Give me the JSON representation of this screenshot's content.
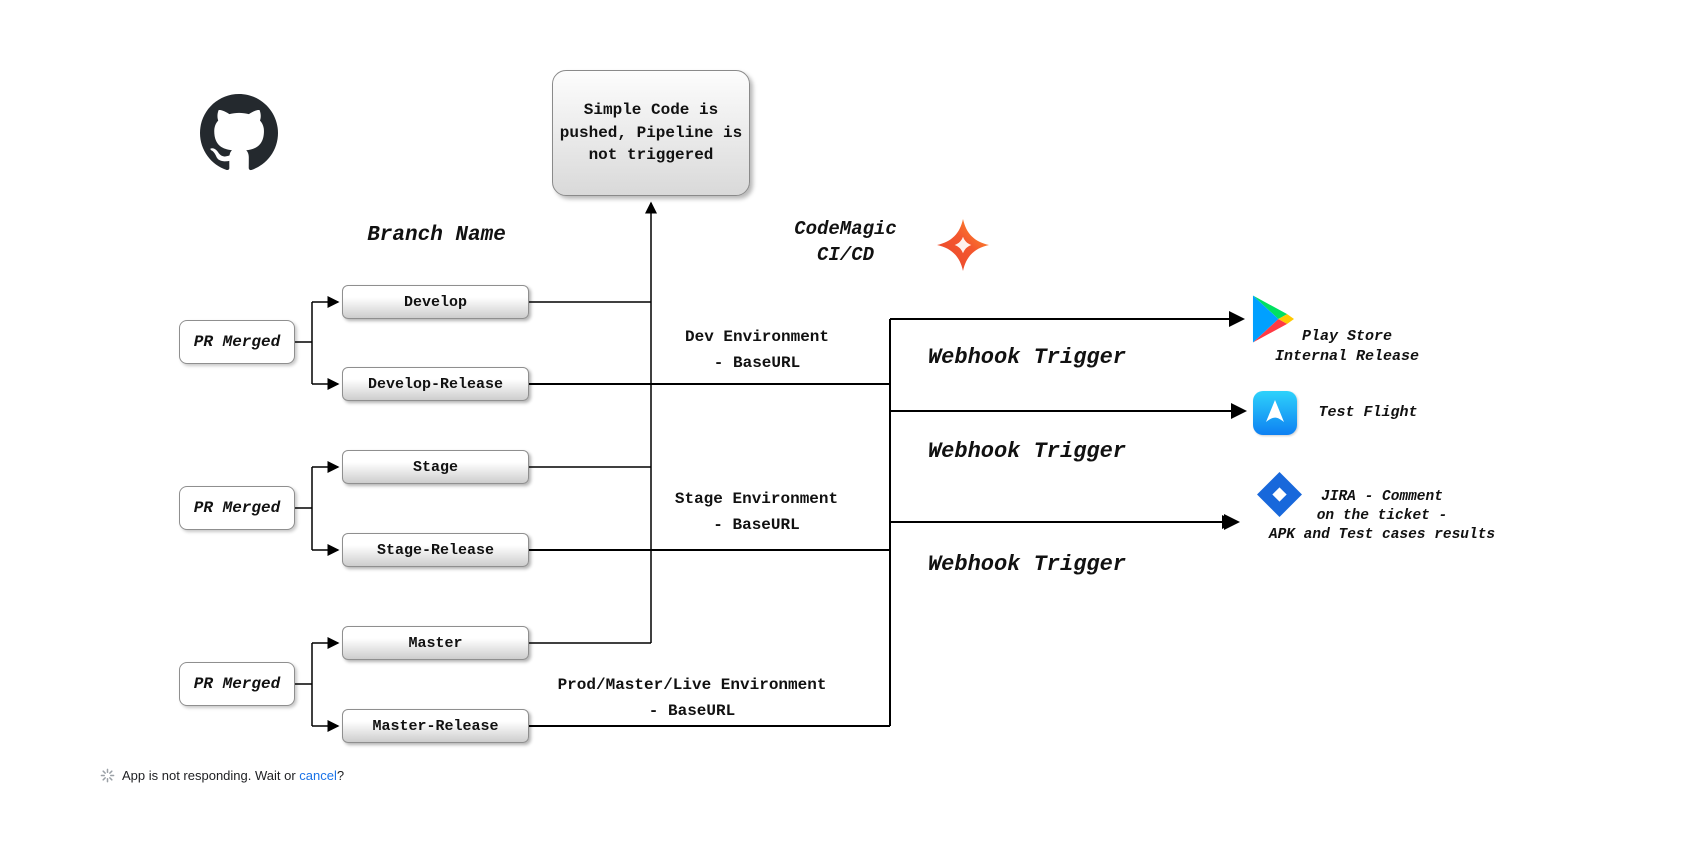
{
  "diagram": {
    "callout_text": "Simple Code is\npushed, Pipeline is\nnot triggered",
    "branch_title": "Branch Name",
    "codemagic_title": "CodeMagic\nCI/CD",
    "pr_groups": [
      {
        "label": "PR Merged"
      },
      {
        "label": "PR Merged"
      },
      {
        "label": "PR Merged"
      }
    ],
    "branches": [
      {
        "name": "Develop"
      },
      {
        "name": "Develop-Release"
      },
      {
        "name": "Stage"
      },
      {
        "name": "Stage-Release"
      },
      {
        "name": "Master"
      },
      {
        "name": "Master-Release"
      }
    ],
    "environments": [
      {
        "label": "Dev Environment\n- BaseURL"
      },
      {
        "label": "Stage Environment\n- BaseURL"
      },
      {
        "label": "Prod/Master/Live Environment\n- BaseURL"
      }
    ],
    "webhooks": [
      {
        "label": "Webhook Trigger"
      },
      {
        "label": "Webhook Trigger"
      },
      {
        "label": "Webhook Trigger"
      }
    ],
    "targets": [
      {
        "label": "Play Store\nInternal Release"
      },
      {
        "label": "Test Flight"
      },
      {
        "label": "JIRA - Comment\non the ticket -\nAPK and Test cases results"
      }
    ]
  },
  "status_bar": {
    "message": "App is not responding. Wait or ",
    "cancel_label": "cancel",
    "suffix": "?"
  },
  "colors": {
    "line": "#000000",
    "jira_blue": "#1868DB",
    "testflight_blue": "#1E8FE1",
    "codemagic_orange": "#F4572E",
    "link_blue": "#1A73E8"
  }
}
